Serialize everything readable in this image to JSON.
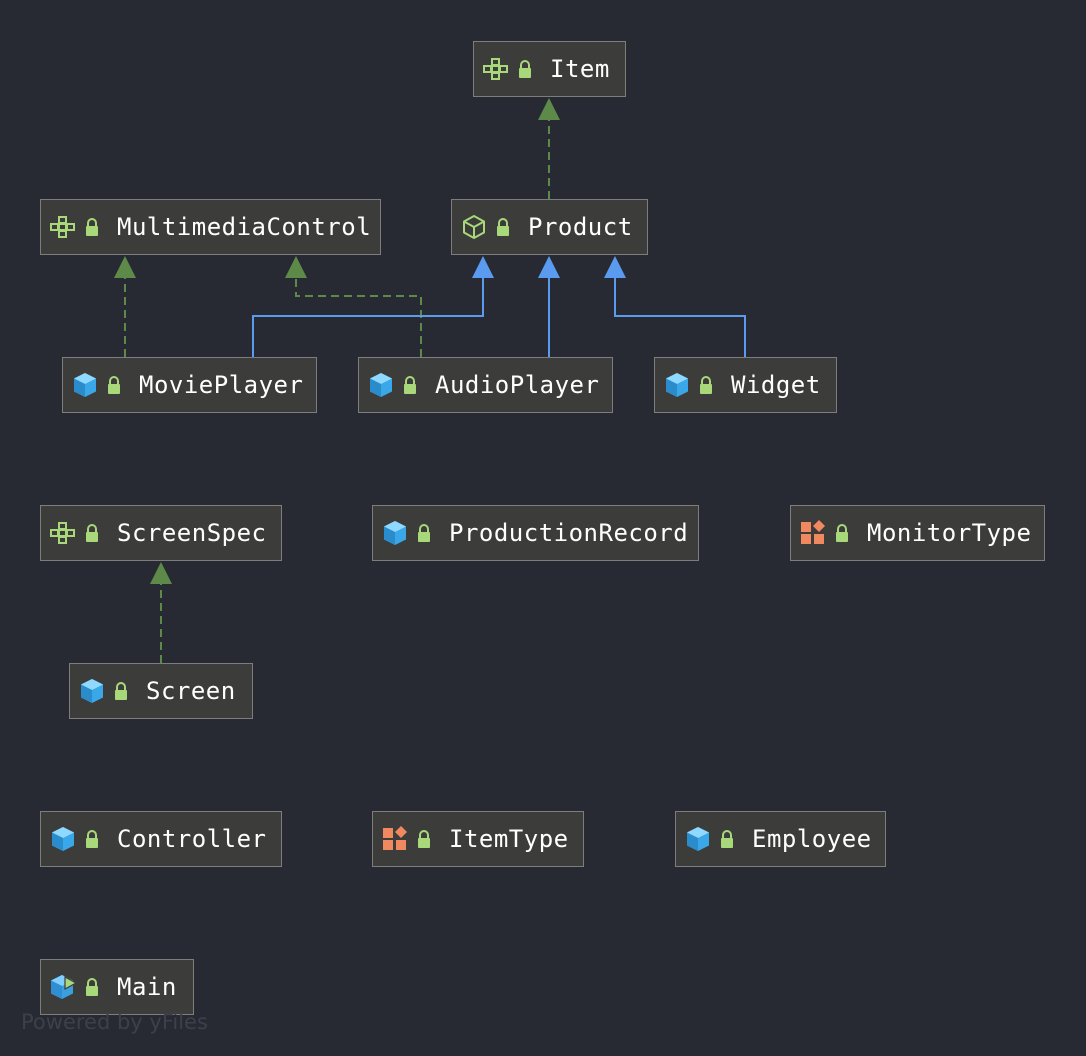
{
  "diagram": {
    "nodes": [
      {
        "id": "item",
        "label": "Item",
        "kind": "interface",
        "icon": "interface-icon"
      },
      {
        "id": "multimedia_control",
        "label": "MultimediaControl",
        "kind": "interface",
        "icon": "interface-icon"
      },
      {
        "id": "product",
        "label": "Product",
        "kind": "abstract-class",
        "icon": "abstract-class-icon"
      },
      {
        "id": "movie_player",
        "label": "MoviePlayer",
        "kind": "class",
        "icon": "class-icon"
      },
      {
        "id": "audio_player",
        "label": "AudioPlayer",
        "kind": "class",
        "icon": "class-icon"
      },
      {
        "id": "widget",
        "label": "Widget",
        "kind": "class",
        "icon": "class-icon"
      },
      {
        "id": "screen_spec",
        "label": "ScreenSpec",
        "kind": "interface",
        "icon": "interface-icon"
      },
      {
        "id": "production_record",
        "label": "ProductionRecord",
        "kind": "class",
        "icon": "class-icon"
      },
      {
        "id": "monitor_type",
        "label": "MonitorType",
        "kind": "enum",
        "icon": "enum-icon"
      },
      {
        "id": "screen",
        "label": "Screen",
        "kind": "class",
        "icon": "class-icon"
      },
      {
        "id": "controller",
        "label": "Controller",
        "kind": "class",
        "icon": "class-icon"
      },
      {
        "id": "item_type",
        "label": "ItemType",
        "kind": "enum",
        "icon": "enum-icon"
      },
      {
        "id": "employee",
        "label": "Employee",
        "kind": "class",
        "icon": "class-icon"
      },
      {
        "id": "main",
        "label": "Main",
        "kind": "main-class",
        "icon": "main-class-icon"
      }
    ],
    "edges": [
      {
        "from": "product",
        "to": "item",
        "type": "implements"
      },
      {
        "from": "movie_player",
        "to": "multimedia_control",
        "type": "implements"
      },
      {
        "from": "audio_player",
        "to": "multimedia_control",
        "type": "implements"
      },
      {
        "from": "movie_player",
        "to": "product",
        "type": "extends"
      },
      {
        "from": "audio_player",
        "to": "product",
        "type": "extends"
      },
      {
        "from": "widget",
        "to": "product",
        "type": "extends"
      },
      {
        "from": "screen",
        "to": "screen_spec",
        "type": "implements"
      }
    ]
  },
  "footer": "Powered by yFiles",
  "colors": {
    "background": "#282a33",
    "node_fill": "#3c3d3b",
    "node_border": "#7d7d7d",
    "implements_edge": "#5d8a48",
    "extends_edge": "#5a9bf0",
    "interface_icon": "#a8d87a",
    "class_icon": "#47b6f0",
    "enum_icon": "#f08860",
    "lock_icon": "#a8d87a"
  }
}
